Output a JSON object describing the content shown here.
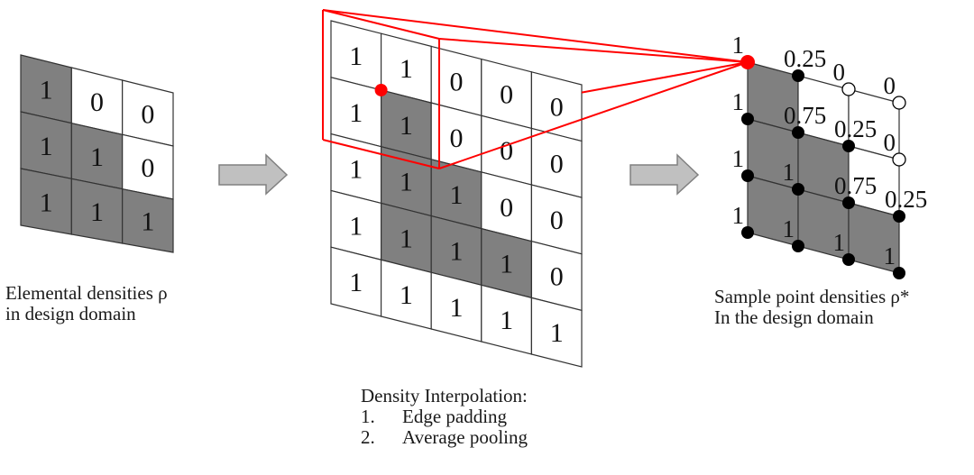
{
  "colors": {
    "filled_cell": "#808080",
    "empty_cell": "#ffffff",
    "grid_line": "#333333",
    "highlight": "#ff0000",
    "arrow_fill": "#c0c0c0",
    "arrow_stroke": "#808080",
    "solid_point": "#000000",
    "open_point": "#ffffff"
  },
  "left_grid": {
    "caption": [
      "Elemental densities ρ",
      "in design domain"
    ],
    "values": [
      [
        "1",
        "0",
        "0"
      ],
      [
        "1",
        "1",
        "0"
      ],
      [
        "1",
        "1",
        "1"
      ]
    ],
    "filled": [
      [
        1,
        0,
        0
      ],
      [
        1,
        1,
        0
      ],
      [
        1,
        1,
        1
      ]
    ]
  },
  "middle_grid": {
    "caption_title": "Density Interpolation:",
    "steps": [
      {
        "num": "1.",
        "label": "Edge padding"
      },
      {
        "num": "2.",
        "label": "Average pooling"
      }
    ],
    "values": [
      [
        "1",
        "1",
        "0",
        "0",
        "0"
      ],
      [
        "1",
        "1",
        "0",
        "0",
        "0"
      ],
      [
        "1",
        "1",
        "1",
        "0",
        "0"
      ],
      [
        "1",
        "1",
        "1",
        "1",
        "0"
      ],
      [
        "1",
        "1",
        "1",
        "1",
        "1"
      ]
    ],
    "filled": [
      [
        0,
        0,
        0,
        0,
        0
      ],
      [
        0,
        1,
        0,
        0,
        0
      ],
      [
        0,
        1,
        1,
        0,
        0
      ],
      [
        0,
        1,
        1,
        1,
        0
      ],
      [
        0,
        0,
        0,
        0,
        0
      ]
    ]
  },
  "right_grid": {
    "caption": [
      "Sample point densities ρ*",
      "In the design domain"
    ],
    "cell_filled": [
      [
        1,
        0,
        0
      ],
      [
        1,
        1,
        0
      ],
      [
        1,
        1,
        1
      ]
    ],
    "point_values": [
      [
        "1",
        "0.25",
        "0",
        "0"
      ],
      [
        "1",
        "0.75",
        "0.25",
        "0"
      ],
      [
        "1",
        "1",
        "0.75",
        "0.25"
      ],
      [
        "1",
        "1",
        "1",
        "1"
      ]
    ],
    "point_types": [
      [
        "highlight",
        "solid",
        "open",
        "open"
      ],
      [
        "solid",
        "solid",
        "solid",
        "open"
      ],
      [
        "solid",
        "solid",
        "solid",
        "solid"
      ],
      [
        "solid",
        "solid",
        "solid",
        "solid"
      ]
    ]
  },
  "arrows": [
    {
      "name": "arrow-to-interpolation",
      "direction": "right"
    },
    {
      "name": "arrow-to-sample-points",
      "direction": "right"
    }
  ]
}
